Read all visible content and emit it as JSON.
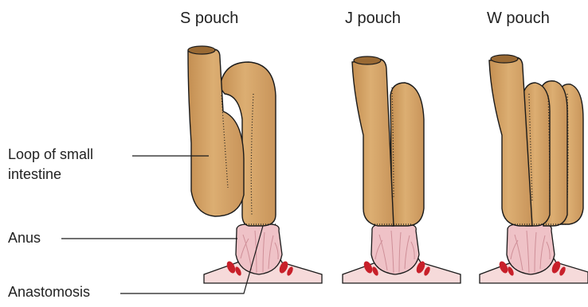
{
  "pouches": [
    {
      "title": "S pouch"
    },
    {
      "title": "J pouch"
    },
    {
      "title": "W pouch"
    }
  ],
  "labels": {
    "loop_line1": "Loop of small",
    "loop_line2": "intestine",
    "anus": "Anus",
    "anastomosis": "Anastomosis"
  },
  "colors": {
    "bowel": "#d9a86c",
    "bowel_shade": "#c48f52",
    "bowel_lumen": "#9a6a34",
    "anal_canal": "#efc2c7",
    "anal_canal_line": "#cf8f98",
    "tissue": "#f6dada",
    "gland": "#c8202a",
    "outline": "#1a1a1a",
    "suture": "#1a1a1a"
  }
}
